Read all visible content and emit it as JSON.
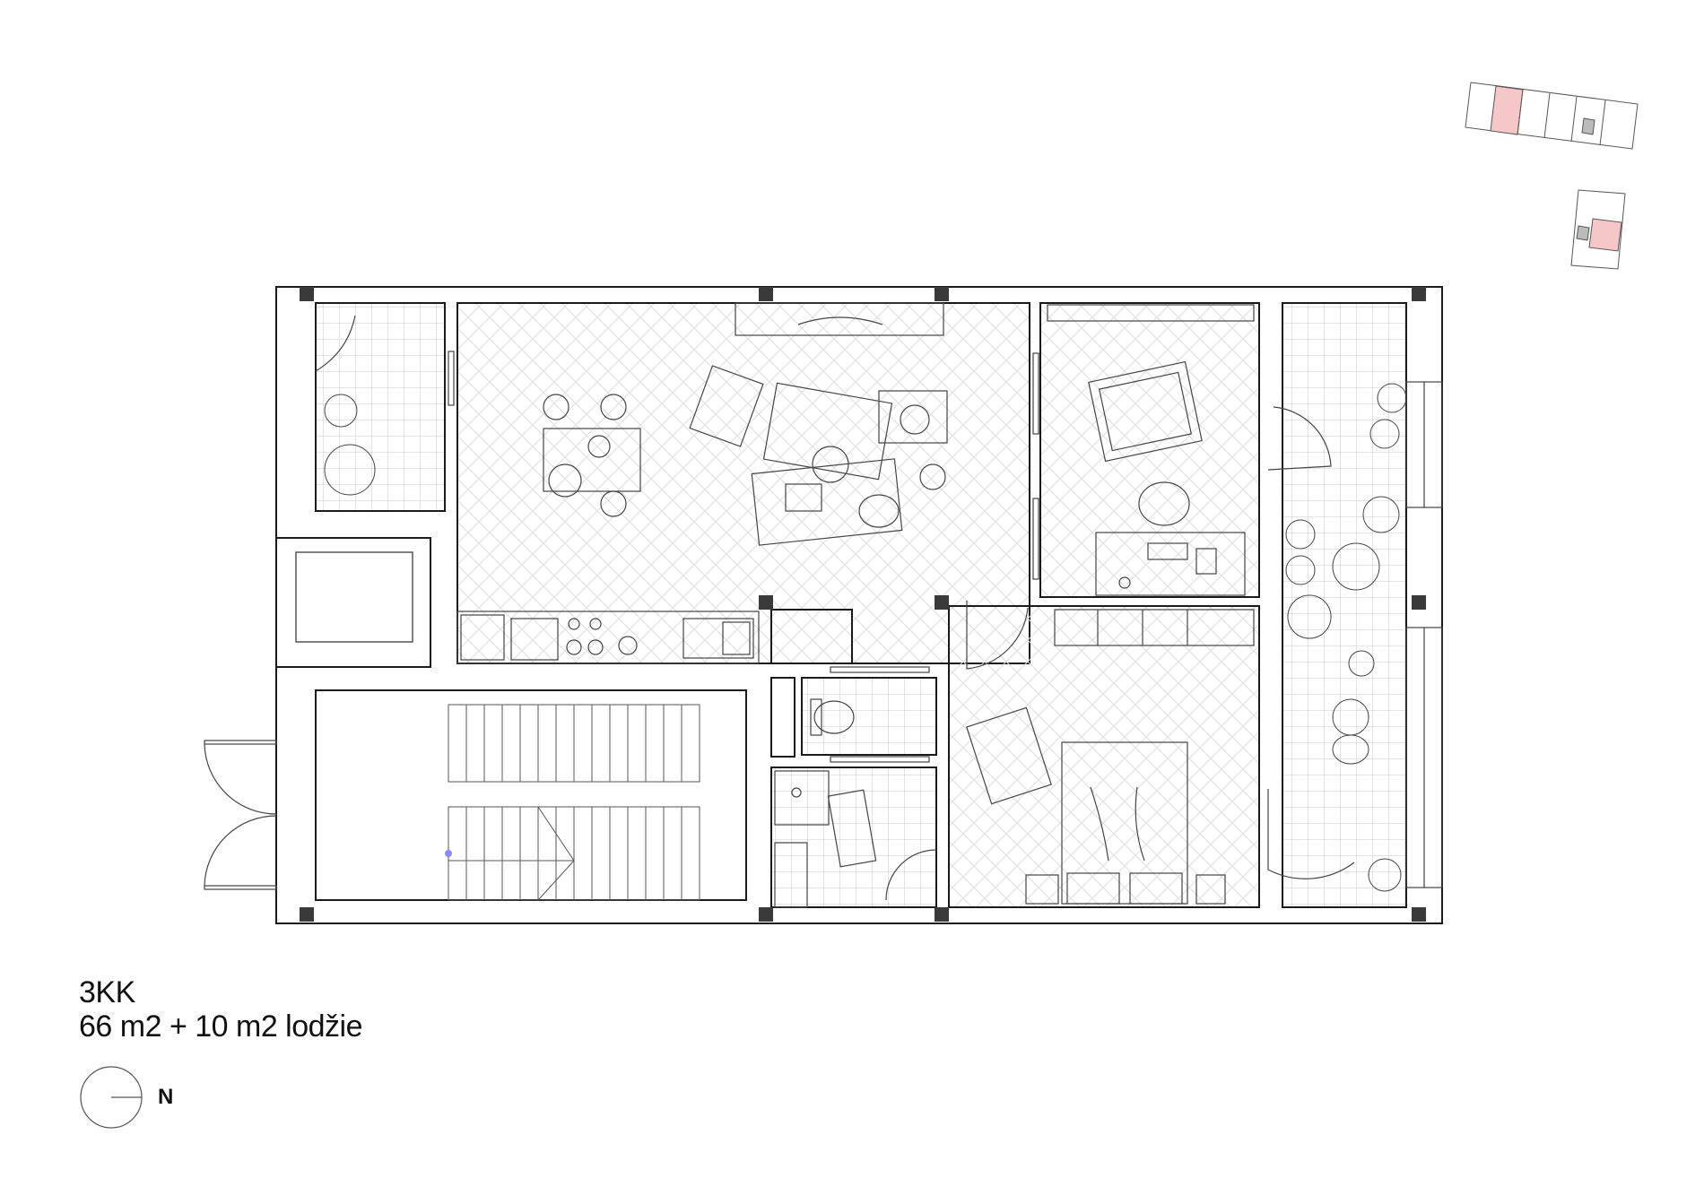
{
  "plan": {
    "unit_type": "3KK",
    "area_text": "66 m2 + 10 m2 lodžie",
    "north_label": "N"
  },
  "colors": {
    "wall": "#1a1a1a",
    "line": "#444444",
    "hatch": "#d9d9d9",
    "highlight": "#f6c6c8"
  },
  "rooms": [
    "loggia-west",
    "living-kitchen",
    "study",
    "bedroom",
    "loggia-east",
    "bathroom",
    "wc",
    "staircase",
    "entrance-hall"
  ]
}
